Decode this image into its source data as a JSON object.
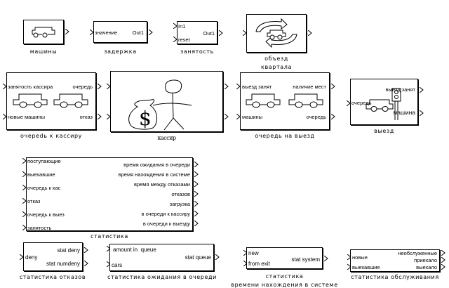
{
  "blocks": {
    "cars": {
      "label": "машины"
    },
    "delay": {
      "label": "задержка",
      "in": [
        "значение"
      ],
      "out": [
        "Out1"
      ]
    },
    "busy": {
      "label": "занятость",
      "in": [
        "In1",
        "reset"
      ],
      "out": [
        "Out1"
      ]
    },
    "detour": {
      "label_line1": "объезд",
      "label_line2": "квартала"
    },
    "cashier_queue": {
      "label": "очерedь к кассиру",
      "in": [
        "занятость кассира",
        "новые машины"
      ],
      "out": [
        "очередь",
        "отказ"
      ]
    },
    "cashier": {
      "label": "кассир"
    },
    "exit_queue": {
      "label": "очередь на выезд",
      "in": [
        "выезд занят",
        "машины"
      ],
      "out": [
        "наличие мест",
        "очередь"
      ]
    },
    "exit": {
      "label": "выезд",
      "in": [
        "очередь"
      ],
      "out": [
        "выезд занят",
        "машина"
      ]
    },
    "stats": {
      "label": "статистика",
      "in": [
        "поступающие",
        "выехавшие",
        "очередь к кас",
        "отказ",
        "очередь к выез",
        "занятость"
      ],
      "out": [
        "время ожидания в очереди",
        "время нахождения в системе",
        "время между отказами",
        "отказов",
        "загрузка",
        "в очереди к кассиру",
        "в очереди к выезду"
      ]
    },
    "deny_stats": {
      "label": "статистика отказов",
      "in": [
        "deny"
      ],
      "out": [
        "stat deny",
        "stat numdeny"
      ]
    },
    "queue_stats": {
      "label": "статистика ожидания в очереди",
      "in": [
        "amount in  queue",
        "cars"
      ],
      "out": [
        "stat queue"
      ]
    },
    "system_stats": {
      "label_line1": "статистика",
      "label_line2": "времени нахождения в системе",
      "in": [
        "new",
        "from exit"
      ],
      "out": [
        "stat system"
      ]
    },
    "service_stats": {
      "label": "статистика обслуживания",
      "in": [
        "новые",
        "выехавшие"
      ],
      "out": [
        "необслуженные",
        "приехало",
        "выехало"
      ]
    }
  }
}
